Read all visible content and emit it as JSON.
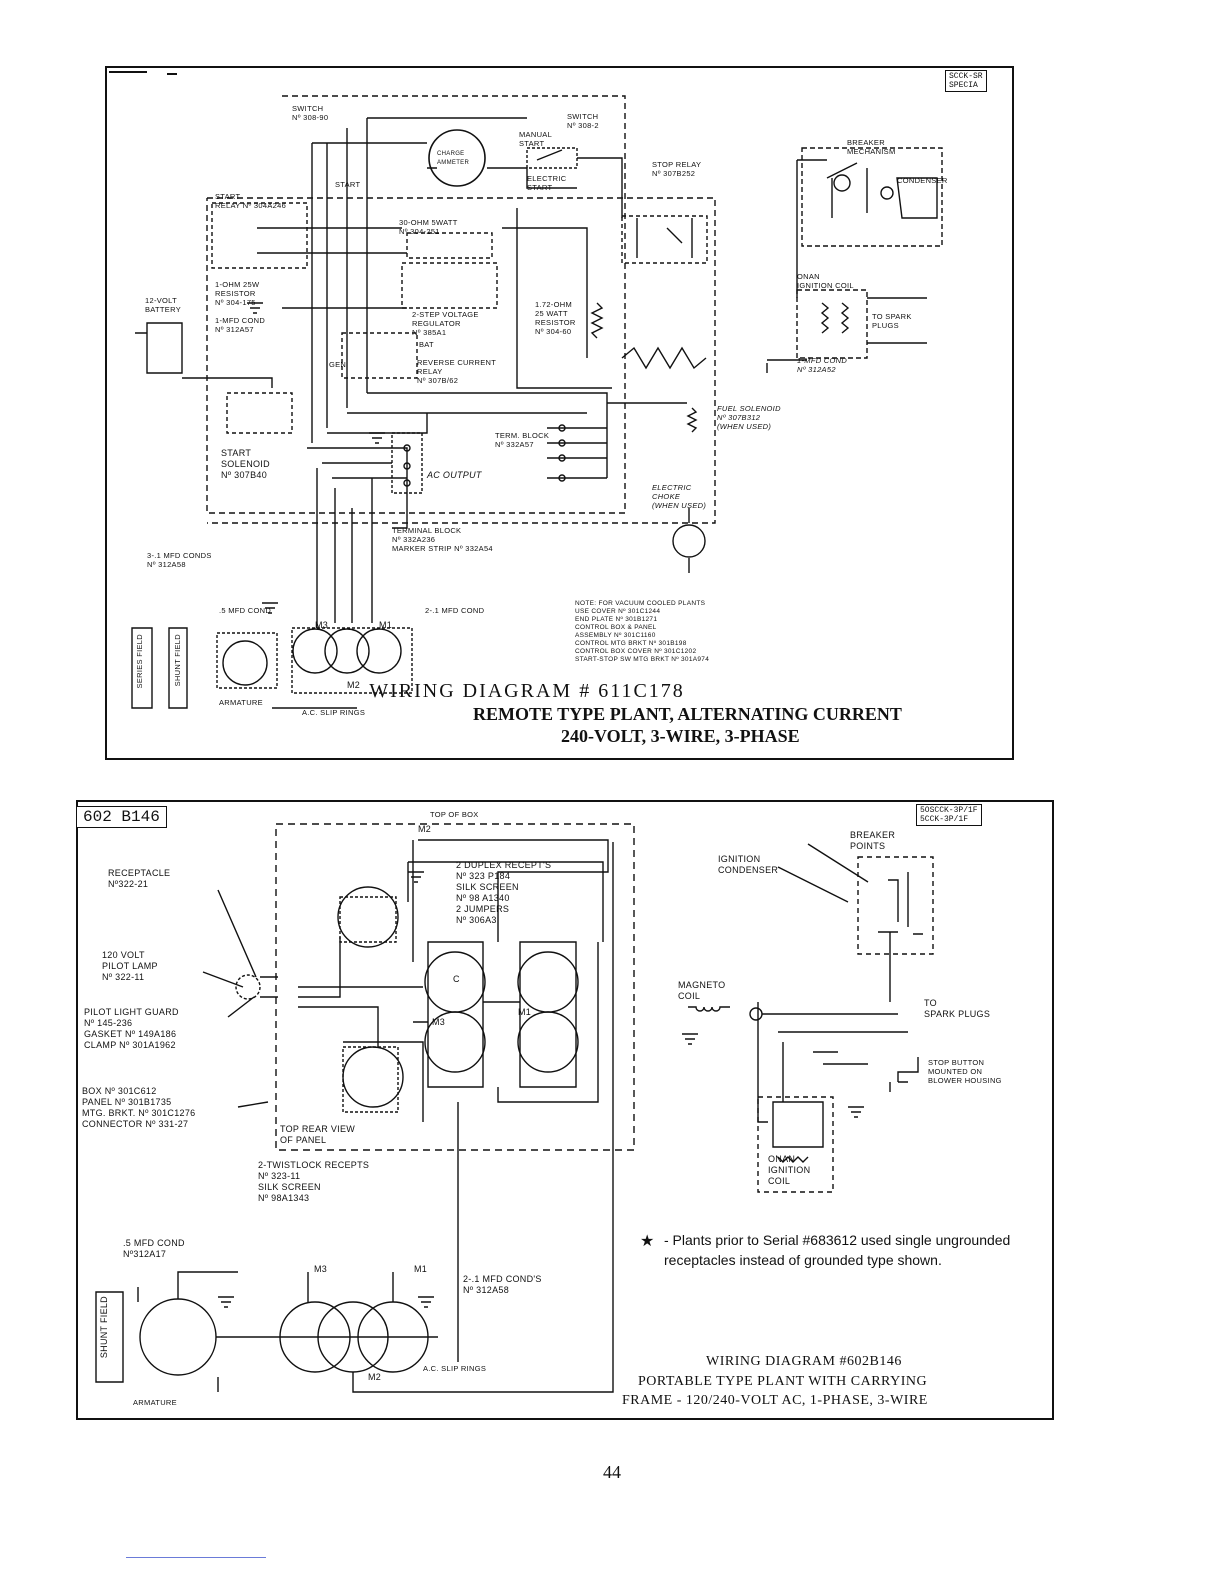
{
  "top_diagram": {
    "corner_ref": "SCCK-SR\nSPECIA",
    "caption": {
      "line1": "WIRING DIAGRAM   # 611C178",
      "line2": "REMOTE TYPE PLANT, ALTERNATING CURRENT",
      "line3": "240-VOLT, 3-WIRE, 3-PHASE"
    },
    "labels": {
      "switch_308_90": "SWITCH\nNº 308-90",
      "switch_308_2": "SWITCH\nNº 308-2",
      "charge_ammeter": "CHARGE\nAMMETER",
      "manual_start": "MANUAL\nSTART",
      "electric_start": "ELECTRIC\nSTART",
      "stop_relay": "STOP RELAY\nNº 307B252",
      "start": "START",
      "start_relay": "START\nRELAY Nº 304A246",
      "ohm_resistor_30": "30-OHM 5WATT\nNº 304-251",
      "ohm_resistor_1": "1-OHM 25W\nRESISTOR\nNº 304-175",
      "mfd_cond_1": "1-MFD COND\nNº 312A57",
      "battery": "12-VOLT\nBATTERY",
      "step_voltage_regulator": "2-STEP VOLTAGE\nREGULATOR\nNº 385A1",
      "ohm_resistor_172": "1.72-OHM\n25 WATT\nRESISTOR\nNº 304-60",
      "reverse_current_relay": "REVERSE CURRENT\nRELAY\nNº 307B/62",
      "bat": "BAT",
      "gen": "GEN",
      "start_solenoid": "START\nSOLENOID\nNº 307B40",
      "ac_output": "AC OUTPUT",
      "terminal_block": "TERM. BLOCK\nNº 332A57",
      "fuel_solenoid": "FUEL SOLENOID\nNº 307B312\n(WHEN USED)",
      "electric_choke": "ELECTRIC\nCHOKE\n(WHEN USED)",
      "terminal_block_2": "TERMINAL BLOCK\nNº 332A236\nMARKER STRIP Nº 332A54",
      "mfd_conds_3": "3-.1 MFD CONDS\nNº 312A58",
      "half_mfd_cond": ".5 MFD COND",
      "two_mfd_cond": "2-.1 MFD COND",
      "series_field": "SERIES FIELD",
      "shunt_field": "SHUNT FIELD",
      "armature": "ARMATURE",
      "ac_slip_rings": "A.C. SLIP RINGS",
      "m1": "M1",
      "m2": "M2",
      "m3": "M3",
      "breaker_mechanism": "BREAKER\nMECHANISM",
      "condenser": "CONDENSER",
      "onan_ignition_coil": "ONAN\nIGNITION COIL",
      "to_spark_plugs": "TO SPARK\nPLUGS",
      "mfd_cond_ign": "1-MFD COND\nNº 312A52",
      "note": "NOTE: FOR VACUUM COOLED PLANTS\nUSE COVER Nº 301C1244\nEND PLATE Nº 301B1271\nCONTROL BOX & PANEL\nASSEMBLY Nº 301C1160\nCONTROL MTG BRKT Nº 301B198\nCONTROL BOX COVER Nº 301C1202\nSTART-STOP SW MTG BRKT Nº 301A974"
    }
  },
  "bottom_diagram": {
    "id_label": "602 B146",
    "corner_ref": "5OSCCK-3P/1F\n5CCK-3P/1F",
    "caption": {
      "line1": "WIRING DIAGRAM   #602B146",
      "line2": "PORTABLE TYPE PLANT WITH CARRYING",
      "line3": "FRAME - 120/240-VOLT AC, 1-PHASE, 3-WIRE"
    },
    "labels": {
      "top_of_box": "TOP OF BOX",
      "m2_top": "M2",
      "receptacle": "RECEPTACLE\nNº322-21",
      "duplex_receptacles": "2 DUPLEX RECEPT'S\nNº 323 P184\nSILK SCREEN\nNº 98 A1340\n2 JUMPERS\nNº 306A3",
      "pilot_lamp": "120 VOLT\nPILOT LAMP\nNº 322-11",
      "pilot_light_guard": "PILOT LIGHT GUARD\nNº 145-236\nGASKET Nº 149A186\nCLAMP Nº 301A1962",
      "box_panel": "BOX Nº 301C612\nPANEL Nº 301B1735\nMTG. BRKT. Nº 301C1276\nCONNECTOR Nº 331-27",
      "top_rear_view": "TOP REAR VIEW\nOF PANEL",
      "twistlock": "2-TWISTLOCK RECEPTS\nNº 323-11\nSILK SCREEN\nNº 98A1343",
      "m1": "M1",
      "m3": "M3",
      "c": "C",
      "ignition_condenser": "IGNITION\nCONDENSER",
      "breaker_points": "BREAKER\nPOINTS",
      "magneto_coil": "MAGNETO\nCOIL",
      "to_spark_plugs": "TO\nSPARK PLUGS",
      "stop_button": "STOP BUTTON\nMOUNTED ON\nBLOWER HOUSING",
      "onan_ignition_coil": "ONAN\nIGNITION\nCOIL",
      "half_mfd_cond": ".5 MFD COND\nNº312A17",
      "two_mfd_conds": "2-.1 MFD COND'S\nNº 312A58",
      "shunt_field": "SHUNT FIELD",
      "armature": "ARMATURE",
      "ac_slip_rings": "A.C. SLIP RINGS",
      "m2_bottom": "M2",
      "m1_bottom": "M1",
      "m3_bottom": "M3"
    },
    "note": {
      "star": "★",
      "text": "- Plants prior to Serial #683612 used single ungrounded receptacles instead of grounded type shown."
    }
  },
  "page_number": "44"
}
